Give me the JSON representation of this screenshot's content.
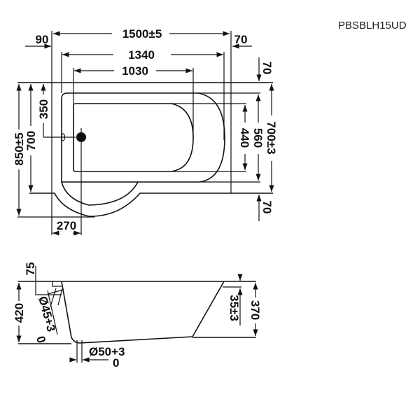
{
  "model_code": "PBSBLH15UD",
  "top_view": {
    "overall_length": "1500±5",
    "left_rim": "90",
    "right_rim": "70",
    "rim_length": "1340",
    "basin_length": "1030",
    "top_rim": "70",
    "bottom_rim": "70",
    "overall_width": "850±5",
    "main_width_left": "700",
    "drain_offset": "350",
    "main_width_right": "700±3",
    "rim_width": "560",
    "basin_width": "440",
    "drain_from_end": "270"
  },
  "side_view": {
    "overflow_depth": "75",
    "total_height": "420",
    "end_height": "370",
    "overflow_diameter": "Ø45+3",
    "overflow_tolerance_low": "0",
    "drain_diameter": "Ø50+3",
    "drain_tolerance_low": "0",
    "rim_thickness": "35±3"
  }
}
